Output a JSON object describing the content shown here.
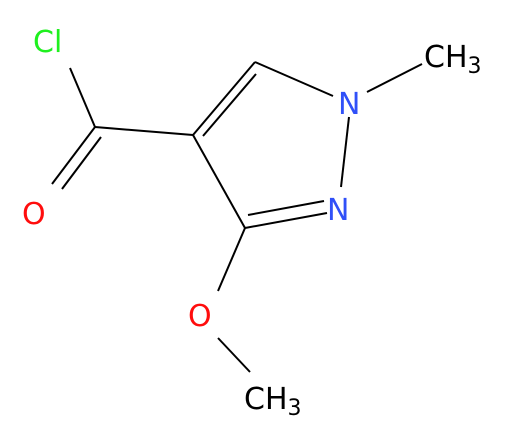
{
  "colors": {
    "bond": "#000000",
    "carbon": "#000000",
    "oxygen": "#ff0d0d",
    "nitrogen": "#3050f8",
    "chlorine": "#1ff01f"
  },
  "atoms": {
    "chlorine": {
      "symbol": "Cl"
    },
    "carbonyl_oxygen": {
      "symbol": "O"
    },
    "ring_n1": {
      "symbol": "N"
    },
    "ring_n2": {
      "symbol": "N"
    },
    "methoxy_oxygen": {
      "symbol": "O"
    },
    "n_methyl": {
      "symbol": "CH",
      "subscript": "3"
    },
    "o_methyl": {
      "symbol": "CH",
      "subscript": "3"
    }
  }
}
